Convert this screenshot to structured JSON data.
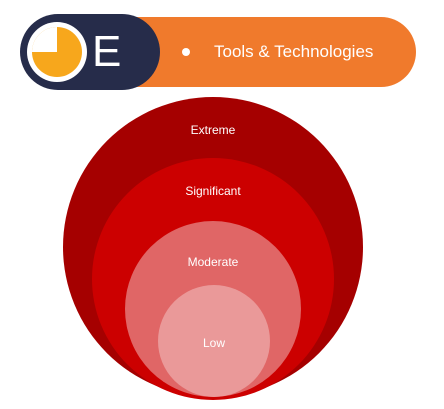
{
  "header": {
    "logo_letter": "E",
    "title": "Tools & Technologies",
    "icon": "pie-clock-icon"
  },
  "diagram": {
    "levels": [
      {
        "label": "Extreme",
        "color": "#a50000"
      },
      {
        "label": "Significant",
        "color": "#cc0000"
      },
      {
        "label": "Moderate",
        "color": "#e06666"
      },
      {
        "label": "Low",
        "color": "#ea9999"
      }
    ]
  },
  "colors": {
    "banner_dark": "#262c4a",
    "banner_orange": "#f07a2c",
    "logo_ring": "#f7a71c"
  }
}
